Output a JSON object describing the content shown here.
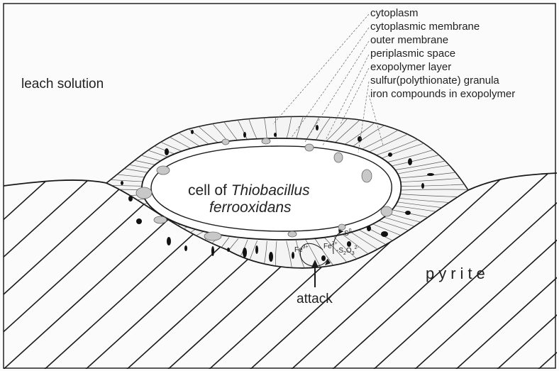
{
  "diagram": {
    "legend": [
      "cytoplasm",
      "cytoplasmic membrane",
      "outer membrane",
      "periplasmic space",
      "exopolymer layer",
      "sulfur(polythionate) granula",
      "iron compounds in exopolymer"
    ],
    "leach_solution": "leach solution",
    "cell_prefix": "cell of ",
    "cell_genus": "Thiobacillus",
    "cell_species": "ferrooxidans",
    "pyrite": "pyrite",
    "attack": "attack",
    "chem": {
      "fe3": "Fe",
      "fe3_sup": "3+",
      "fe2": "Fe",
      "fe2_sup": "2+",
      "s0": "S",
      "s0_sup": "0",
      "thio": "S",
      "thio_sub1": "2",
      "thio_mid": "O",
      "thio_sub2": "3",
      "thio_sup": "2-"
    }
  },
  "colors": {
    "line": "#1a1a1a",
    "granule_fill": "#c8c8c8",
    "iron_fill": "#111111"
  }
}
